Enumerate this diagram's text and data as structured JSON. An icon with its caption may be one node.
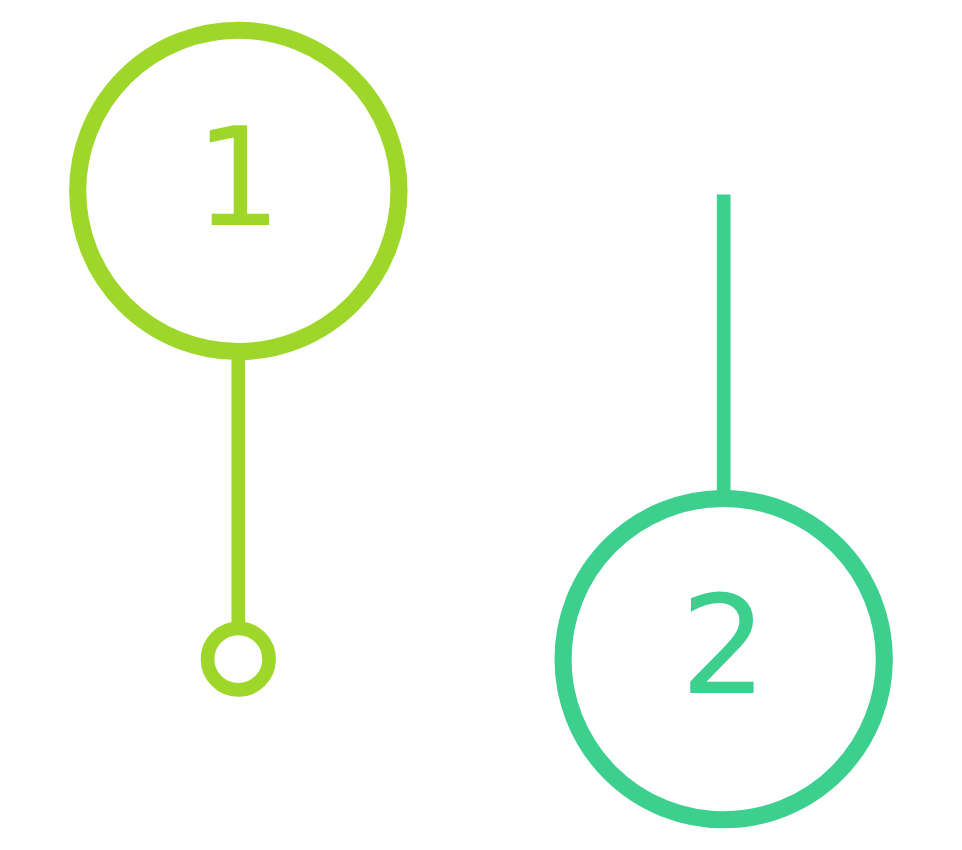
{
  "diagram": {
    "nodes": [
      {
        "text": [
          "1"
        ]
      },
      {
        "text": [],
        "shape": "circle"
      },
      {
        "text": [
          "2"
        ]
      }
    ],
    "edges": [
      {
        "from": 0,
        "to": 1,
        "arrow": "none",
        "color": "#9ed62a"
      },
      {
        "from": null,
        "to": 2,
        "arrow": "none",
        "color": "#3ccf8e"
      }
    ]
  }
}
